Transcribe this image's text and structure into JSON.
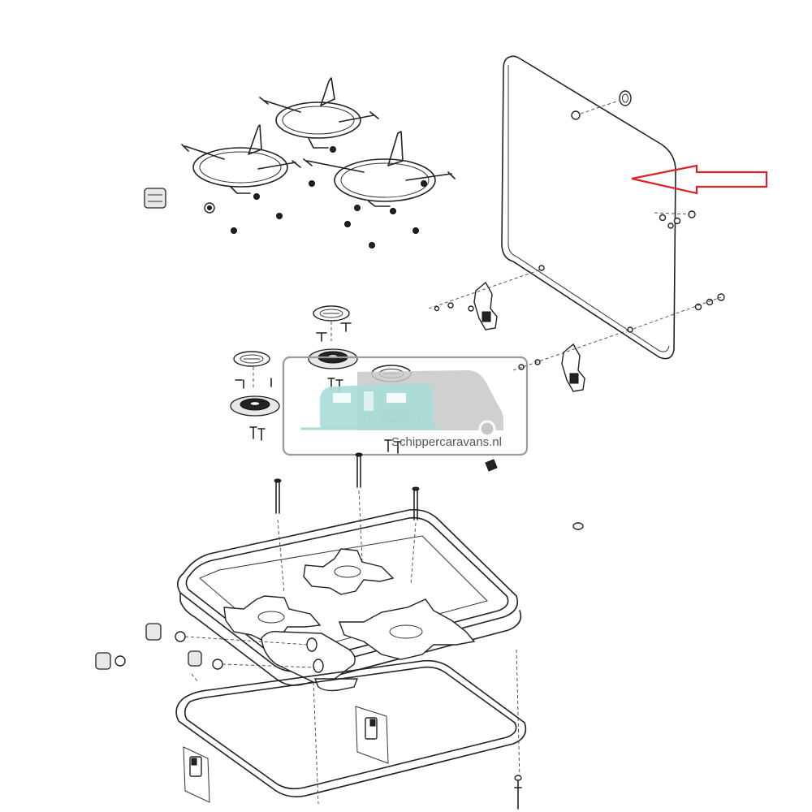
{
  "watermark": {
    "text": "Schippercaravans.nl",
    "colors": {
      "caravan": "#a8ddd6",
      "camper": "#c8c8c8",
      "frame": "#9a9a9a"
    }
  },
  "highlight": {
    "arrow_color": "#d9252a"
  },
  "diagram": {
    "parts": [
      "glass-lid",
      "pan-supports",
      "burner-caps",
      "burner-heads",
      "hob-tray",
      "burner-spiders",
      "control-knob-bushings",
      "lid-hinges",
      "mounting-frame",
      "mounting-clips",
      "screws-and-nuts"
    ]
  }
}
